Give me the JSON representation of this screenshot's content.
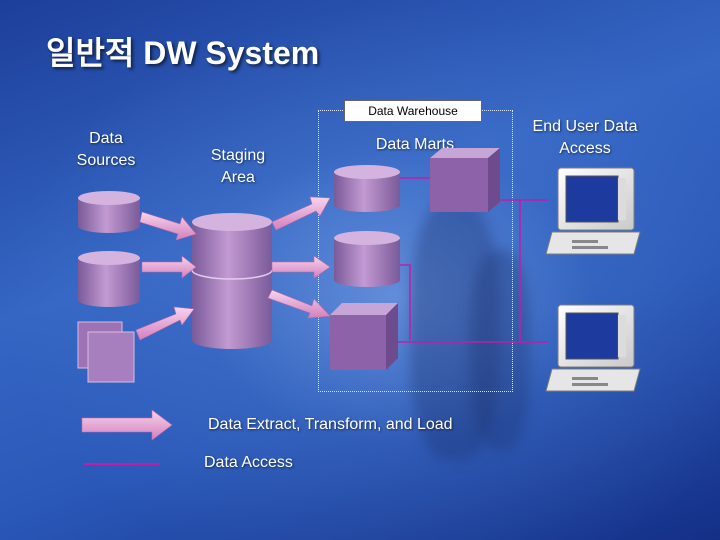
{
  "slide": {
    "title": "일반적 DW System",
    "labels": {
      "data_sources": "Data Sources",
      "staging_area": "Staging Area",
      "data_warehouse": "Data Warehouse",
      "data_marts": "Data Marts",
      "end_user": "End User Data Access"
    },
    "legend": {
      "etl": "Data Extract, Transform, and Load",
      "access": "Data Access"
    },
    "colors": {
      "cylinder": "#b58ac6",
      "arrow": "#e8a7d2",
      "access_line": "#c21ca8",
      "background": "#2a58b8"
    }
  }
}
